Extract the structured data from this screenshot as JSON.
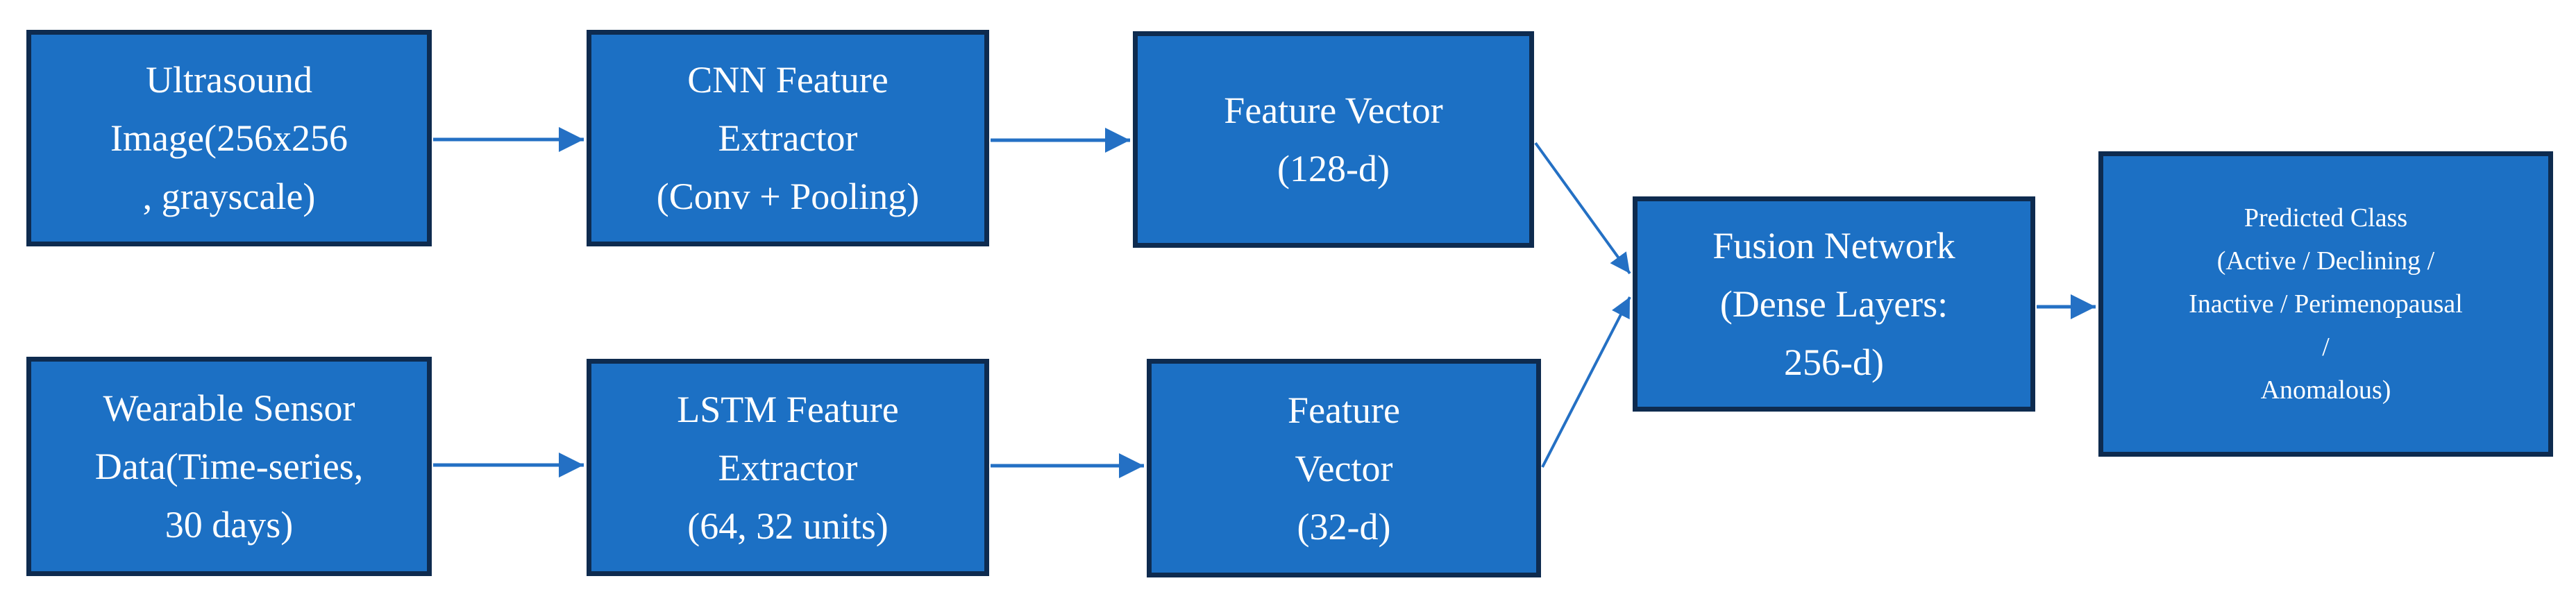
{
  "diagram": {
    "type": "flowchart",
    "description": "Multimodal fusion model architecture",
    "nodes": [
      {
        "id": "ultrasound-input",
        "lines": [
          "Ultrasound",
          "Image(256x256",
          ", grayscale)"
        ]
      },
      {
        "id": "cnn-extractor",
        "lines": [
          "CNN Feature",
          "Extractor",
          "(Conv + Pooling)"
        ]
      },
      {
        "id": "feature-vector-128",
        "lines": [
          "Feature Vector",
          "(128-d)"
        ]
      },
      {
        "id": "wearable-input",
        "lines": [
          "Wearable Sensor",
          "Data(Time-series,",
          "30 days)"
        ]
      },
      {
        "id": "lstm-extractor",
        "lines": [
          "LSTM Feature",
          "Extractor",
          "(64, 32 units)"
        ]
      },
      {
        "id": "feature-vector-32",
        "lines": [
          "Feature",
          "Vector",
          "(32-d)"
        ]
      },
      {
        "id": "fusion-network",
        "lines": [
          "Fusion Network",
          "(Dense Layers:",
          "256-d)"
        ]
      },
      {
        "id": "predicted-class",
        "lines": [
          "Predicted Class",
          "(Active / Declining /",
          "Inactive / Perimenopausal",
          "/",
          "Anomalous)"
        ]
      }
    ],
    "edges": [
      {
        "from": "ultrasound-input",
        "to": "cnn-extractor"
      },
      {
        "from": "cnn-extractor",
        "to": "feature-vector-128"
      },
      {
        "from": "wearable-input",
        "to": "lstm-extractor"
      },
      {
        "from": "lstm-extractor",
        "to": "feature-vector-32"
      },
      {
        "from": "feature-vector-128",
        "to": "fusion-network"
      },
      {
        "from": "feature-vector-32",
        "to": "fusion-network"
      },
      {
        "from": "fusion-network",
        "to": "predicted-class"
      }
    ],
    "colors": {
      "box_fill": "#1c70c4",
      "box_border": "#0e2b4f",
      "arrow": "#2470c4",
      "text": "#ffffff",
      "background": "#ffffff"
    }
  }
}
